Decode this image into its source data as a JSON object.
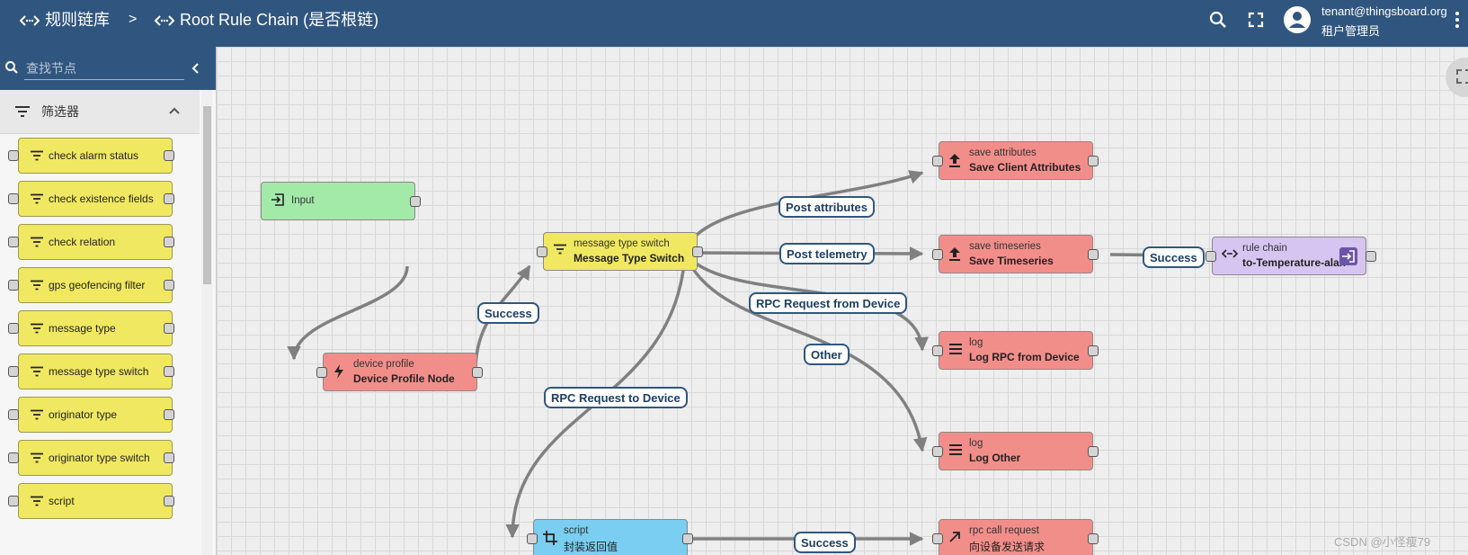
{
  "header": {
    "breadcrumb_root": "规则链库",
    "breadcrumb_separator": ">",
    "breadcrumb_current": "Root Rule Chain (是否根链)",
    "user_email": "tenant@thingsboard.org",
    "user_role": "租户管理员",
    "icons": [
      "rule-chain-icon",
      "search-icon",
      "fullscreen-icon",
      "account-icon",
      "more-vert-icon"
    ]
  },
  "sidebar": {
    "search_placeholder": "查找节点",
    "section_title": "筛选器",
    "items": [
      {
        "label": "check alarm status"
      },
      {
        "label": "check existence fields"
      },
      {
        "label": "check relation"
      },
      {
        "label": "gps geofencing filter"
      },
      {
        "label": "message type"
      },
      {
        "label": "message type switch"
      },
      {
        "label": "originator type"
      },
      {
        "label": "originator type switch"
      },
      {
        "label": "script"
      }
    ]
  },
  "colors": {
    "header": "#305680",
    "filter_node": "#f1e861",
    "input_node": "#a3eaa9",
    "enrichment_node": "#f28e8a",
    "transform_node": "#79cef1",
    "flow_node": "#d6c4f1",
    "edge": "#808080",
    "edge_label_border": "#305680"
  },
  "nodes": {
    "input": {
      "title": "Input",
      "subtitle": ""
    },
    "device_profile": {
      "title": "device profile",
      "subtitle": "Device Profile Node"
    },
    "message_type_switch": {
      "title": "message type switch",
      "subtitle": "Message Type Switch"
    },
    "save_attributes": {
      "title": "save attributes",
      "subtitle": "Save Client Attributes"
    },
    "save_timeseries": {
      "title": "save timeseries",
      "subtitle": "Save Timeseries"
    },
    "rule_chain": {
      "title": "rule chain",
      "subtitle": "to-Temperature-alar..."
    },
    "log_rpc": {
      "title": "log",
      "subtitle": "Log RPC from Device"
    },
    "log_other": {
      "title": "log",
      "subtitle": "Log Other"
    },
    "script": {
      "title": "script",
      "subtitle": "封装返回值"
    },
    "rpc_call": {
      "title": "rpc call request",
      "subtitle": "向设备发送请求"
    }
  },
  "edge_labels": {
    "success_1": "Success",
    "post_attributes": "Post attributes",
    "post_telemetry": "Post telemetry",
    "success_2": "Success",
    "rpc_from_device": "RPC Request from Device",
    "other": "Other",
    "rpc_to_device": "RPC Request to Device",
    "success_3": "Success"
  },
  "watermark": "CSDN @小怪瘦79"
}
